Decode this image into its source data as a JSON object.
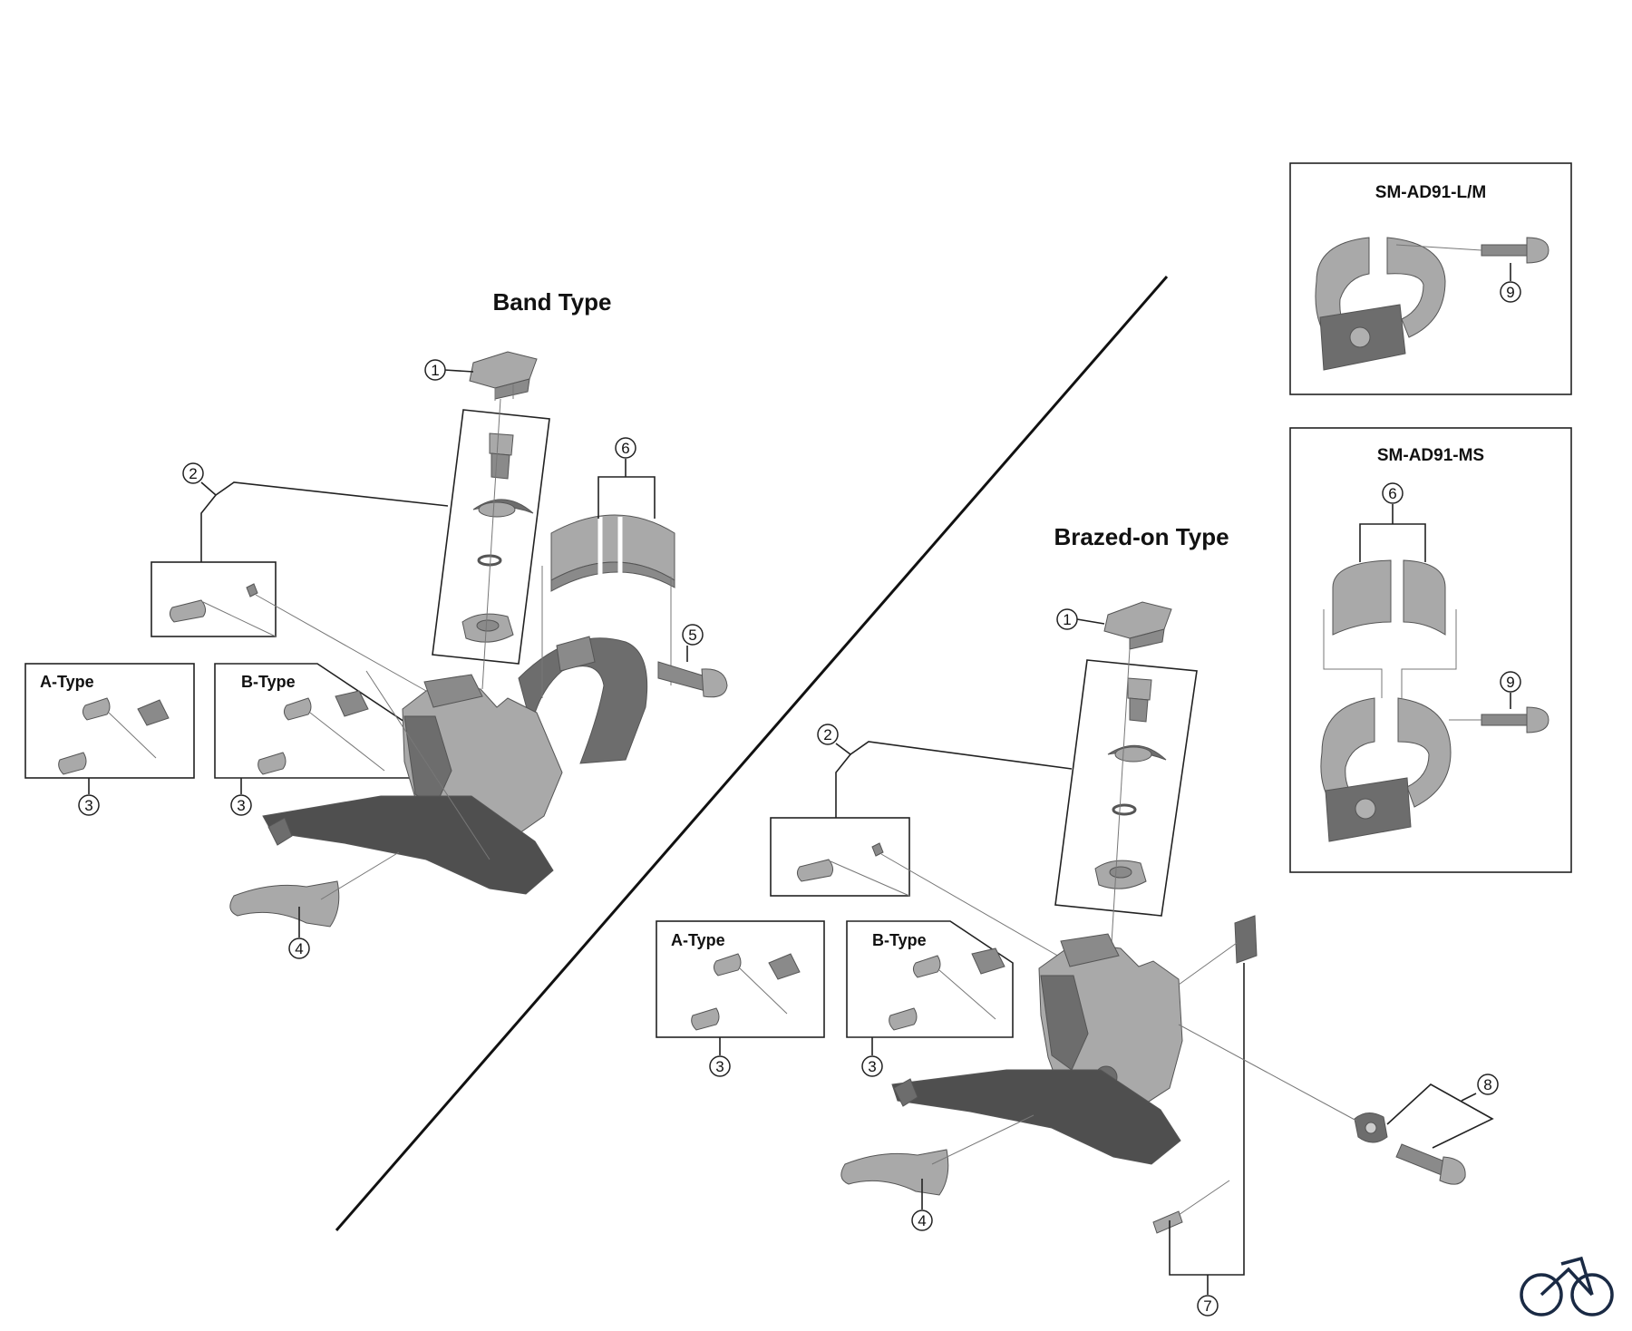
{
  "diagram": {
    "sections": {
      "band_type": {
        "title": "Band Type"
      },
      "brazed_on_type": {
        "title": "Brazed-on Type"
      }
    },
    "adapters": {
      "lm": {
        "title": "SM-AD91-L/M"
      },
      "ms": {
        "title": "SM-AD91-MS"
      }
    },
    "variant_labels": {
      "a_type": "A-Type",
      "b_type": "B-Type"
    },
    "callouts": [
      "1",
      "2",
      "3",
      "4",
      "5",
      "6",
      "7",
      "8",
      "9"
    ]
  }
}
